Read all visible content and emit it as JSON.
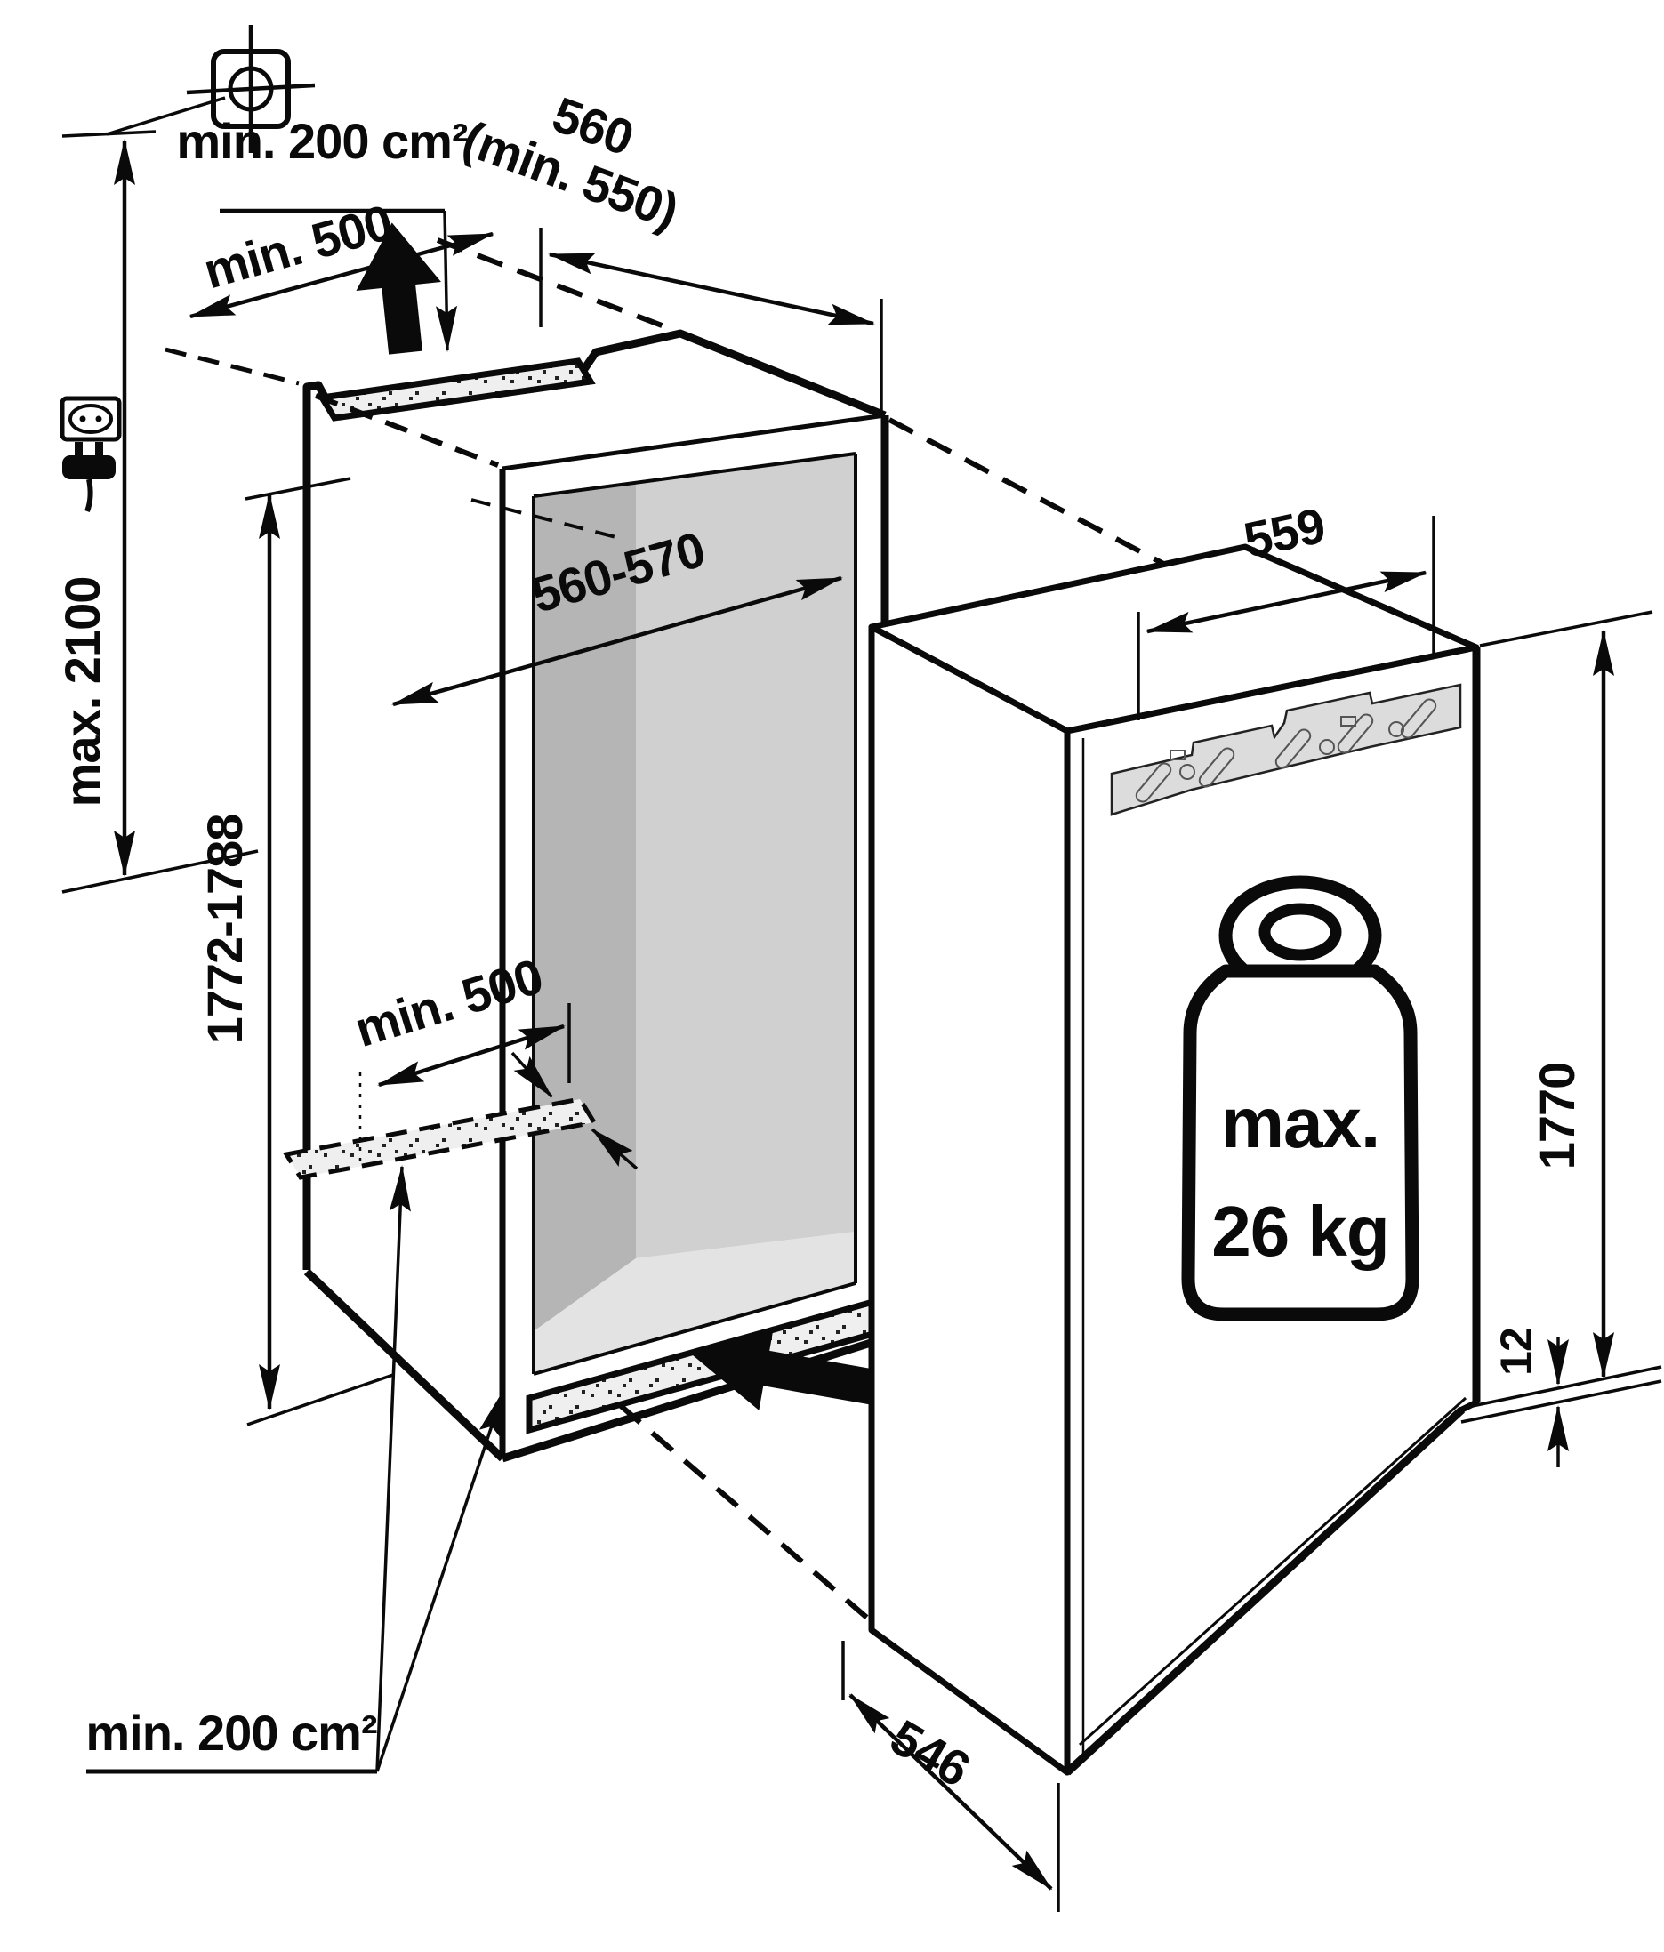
{
  "diagram": {
    "type": "appliance-installation-drawing",
    "labels": {
      "top_vent_area": "min. 200 cm²",
      "top_side_clearance": "min. 500",
      "niche_depth": "560",
      "niche_depth_min": "(min. 550)",
      "niche_inner_width": "560-570",
      "ceiling_height": "max. 2100",
      "niche_height": "1772-1788",
      "floor_clearance": "min. 500",
      "bottom_vent_area": "min. 200 cm²",
      "appliance_width": "559",
      "appliance_height": "1770",
      "base_gap": "12",
      "appliance_depth": "546",
      "weight_limit_prefix": "max.",
      "weight_limit_value": "26 kg"
    },
    "colors": {
      "line": "#0a0a0a",
      "inner_side_wall": "#b5b5b5",
      "inner_back_wall": "#d0d0d0",
      "inner_floor": "#e3e3e3",
      "vent_fill": "#efefef",
      "bracket_fill": "#dcdcdc"
    },
    "icons": [
      "drill-mark-icon",
      "socket-icon",
      "plug-icon",
      "airflow-up-arrow",
      "airflow-in-arrow",
      "weight-icon"
    ]
  }
}
